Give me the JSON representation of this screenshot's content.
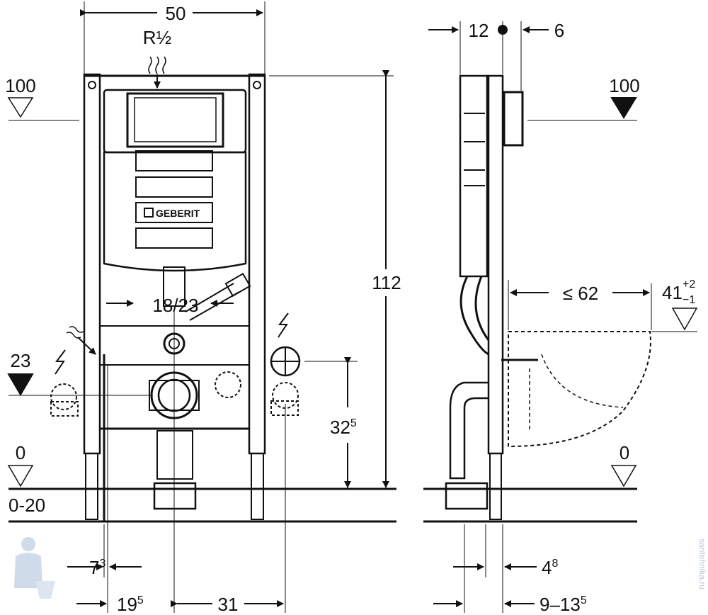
{
  "front": {
    "width_dim": "50",
    "water_inlet": "R½",
    "height_dim": "112",
    "pipe_spacing_main": "18/23",
    "inlet_height_main": "32",
    "inlet_height_sup": "5",
    "offset_left_main": "7",
    "offset_left_sup": "3",
    "offset_inlet_main": "19",
    "offset_inlet_sup": "5",
    "offset_right": "31",
    "brand": "GEBERIT"
  },
  "levels": {
    "top": "100",
    "inlet": "23",
    "floor": "0",
    "floor_range": "0-20",
    "side_top": "100",
    "side_floor": "0",
    "bowl_main": "41",
    "bowl_plus": "+2",
    "bowl_minus": "−1"
  },
  "side": {
    "depth_frame": "12",
    "depth_offset": "6",
    "bowl_projection": "≤ 62",
    "foot_main": "4",
    "foot_sup": "8",
    "wall_range_main": "9–13",
    "wall_range_sup": "5"
  },
  "watermark": "santehnika.ru"
}
